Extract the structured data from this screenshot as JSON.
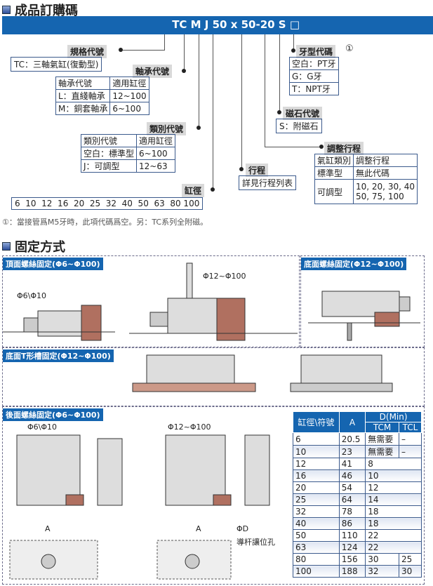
{
  "order_code": {
    "title": "成品訂購碼",
    "code": "TC  M J 50 x 50-20 S □",
    "spec": {
      "label": "規格代號",
      "value": "TC：三軸氣缸(復動型)"
    },
    "bearing": {
      "label": "軸承代號",
      "rows": [
        [
          "軸承代號",
          "適用缸徑"
        ],
        [
          "L：直綫軸承",
          "12~100"
        ],
        [
          "M：銅套軸承",
          "6~100"
        ]
      ]
    },
    "type": {
      "label": "類別代號",
      "rows": [
        [
          "類別代號",
          "適用缸徑"
        ],
        [
          "空白：標準型",
          "6~100"
        ],
        [
          "J：可調型",
          "12~63"
        ]
      ]
    },
    "bore": {
      "label": "缸徑",
      "value": "6  10  12  16  20  25  32  40  50  63  80 100"
    },
    "thread": {
      "label": "牙型代碼",
      "mark": "①",
      "rows": [
        "空白：PT牙",
        "G：G牙",
        "T：NPT牙"
      ]
    },
    "magnet": {
      "label": "磁石代號",
      "value": "S：附磁石"
    },
    "stroke": {
      "label": "行程",
      "value": "詳見行程列表"
    },
    "adjust": {
      "label": "調整行程",
      "rows": [
        [
          "氣缸類別",
          "調整行程"
        ],
        [
          "標準型",
          "無此代碼"
        ],
        [
          "可調型",
          "10, 20, 30, 40\n50, 75, 100"
        ]
      ]
    },
    "footnote": "①：當接管爲M5牙時，此項代碼爲空。另：TC系列全附磁。"
  },
  "mounting": {
    "title": "固定方式",
    "top": {
      "header": "頂面螺絲固定(Φ6~Φ100)",
      "d1": "Φ6\\Φ10",
      "d2": "Φ12~Φ100"
    },
    "bottom": {
      "header": "底面螺絲固定(Φ12~Φ100)"
    },
    "tslot": {
      "header": "底面T形槽固定(Φ12~Φ100)"
    },
    "rear": {
      "header": "後面螺絲固定(Φ6~Φ100)",
      "d1": "Φ6\\Φ10",
      "d2": "Φ12~Φ100",
      "a1": "A",
      "a2": "A",
      "phiD": "ΦD",
      "hole": "導杆讓位孔"
    },
    "table": {
      "h_bore": "缸徑\\符號",
      "h_a": "A",
      "h_d": "D(Min)",
      "h_tcm": "TCM",
      "h_tcl": "TCL",
      "rows": [
        [
          "6",
          "20.5",
          "無需要",
          "–"
        ],
        [
          "10",
          "23",
          "無需要",
          "–"
        ],
        [
          "12",
          "41",
          "8",
          ""
        ],
        [
          "16",
          "46",
          "10",
          ""
        ],
        [
          "20",
          "54",
          "12",
          ""
        ],
        [
          "25",
          "64",
          "14",
          ""
        ],
        [
          "32",
          "78",
          "18",
          ""
        ],
        [
          "40",
          "86",
          "18",
          ""
        ],
        [
          "50",
          "110",
          "22",
          ""
        ],
        [
          "63",
          "124",
          "22",
          ""
        ],
        [
          "80",
          "156",
          "30",
          "25"
        ],
        [
          "100",
          "188",
          "32",
          "30"
        ]
      ]
    }
  }
}
